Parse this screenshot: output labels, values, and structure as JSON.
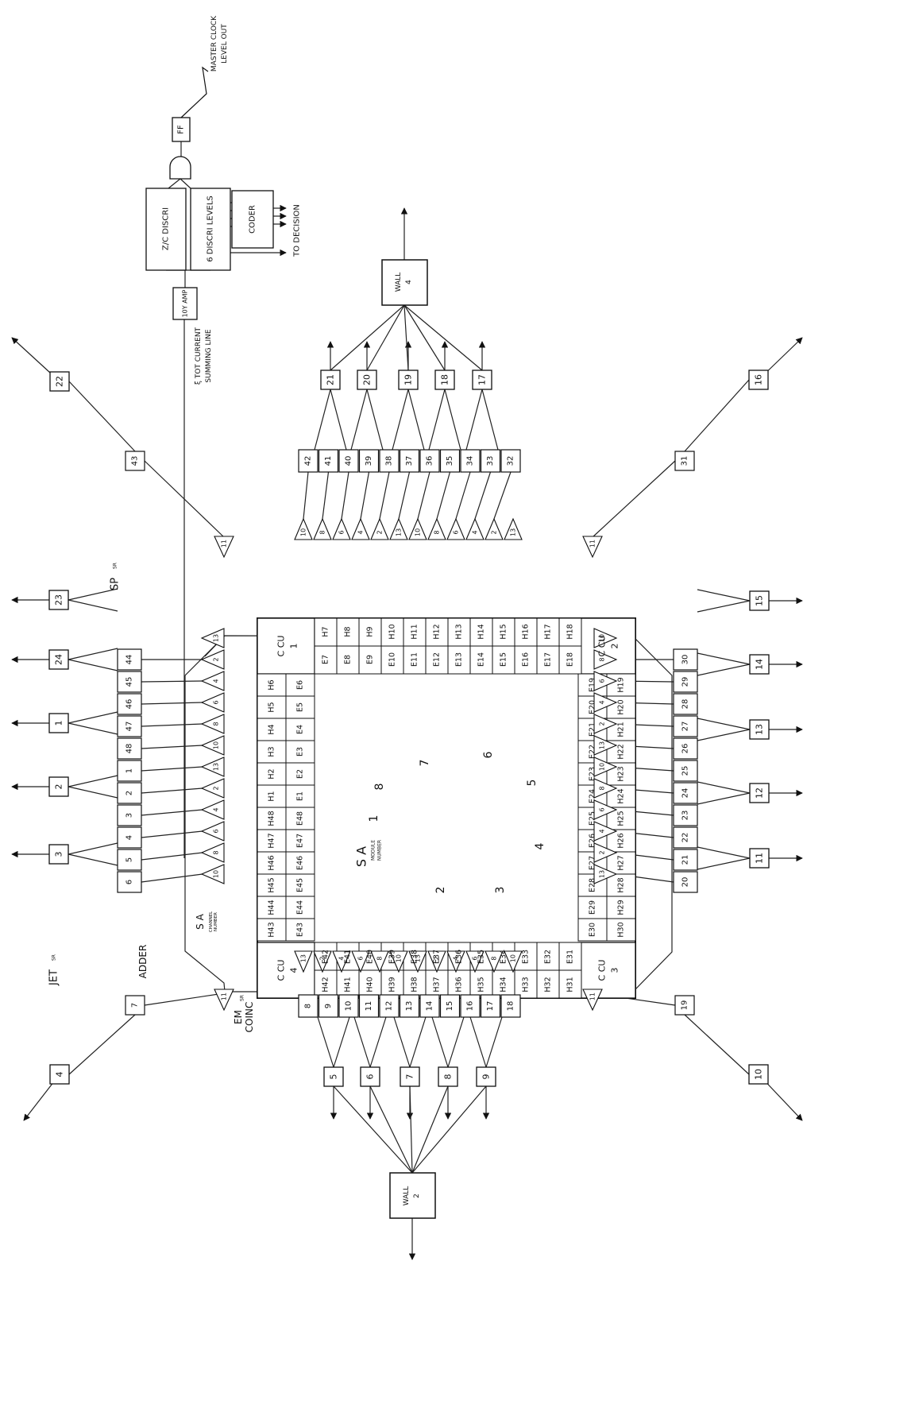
{
  "texts": {
    "master_clock_line1": "MASTER CLOCK",
    "master_clock_line2": "LEVEL OUT",
    "ff": "FF",
    "zc_discri": "Z/C DISCRI",
    "discri_levels": "6 DISCRI LEVELS",
    "coder": "CODER",
    "to_decision": "TO DECISION",
    "amp": "10Y AMP",
    "tot_current_line1": "ξ TOT CURRENT",
    "tot_current_line2": "SUMMING LINE",
    "wall4_line1": "WALL",
    "wall4_line2": "4",
    "wall2_line1": "WALL",
    "wall2_line2": "2",
    "jet": "JET",
    "jet_sub": "SR",
    "sp": "SP",
    "sp_sub": "SR",
    "adder": "ADDER",
    "sa_channel": "S A",
    "sa_channel_sub1": "CHANNEL",
    "sa_channel_sub2": "NUMBER",
    "em_coinc_line1": "EM",
    "em_coinc_line2": "COINC",
    "em_coinc_sub": "SR",
    "sa_center": "S A",
    "sa_module_sub1": "MODULE",
    "sa_module_sub2": "NUMBER",
    "ccu1_line1": "C CU",
    "ccu1_line2": "1",
    "ccu2_line1": "C CU",
    "ccu2_line2": "2",
    "ccu3_line1": "C CU",
    "ccu3_line2": "3",
    "ccu4_line1": "C CU",
    "ccu4_line2": "4"
  },
  "sector_numbers": [
    "1",
    "2",
    "3",
    "4",
    "5",
    "6",
    "7",
    "8"
  ],
  "jet_boxes": [
    "1",
    "2",
    "3",
    "4",
    "5",
    "6",
    "7",
    "8",
    "9",
    "10",
    "11",
    "12",
    "13",
    "14",
    "15",
    "16",
    "17",
    "18",
    "19",
    "20",
    "21",
    "22",
    "23",
    "24"
  ],
  "sp_corner_boxes": [
    "7",
    "19",
    "31",
    "43"
  ],
  "left_sp_column": [
    "6",
    "5",
    "4",
    "3",
    "2",
    "1",
    "48",
    "47",
    "46",
    "45",
    "44"
  ],
  "top_sp_row": [
    "8",
    "9",
    "10",
    "11",
    "12",
    "13",
    "14",
    "15",
    "16",
    "17",
    "18"
  ],
  "bottom_sp_row": [
    "42",
    "41",
    "40",
    "39",
    "38",
    "37",
    "36",
    "35",
    "34",
    "33",
    "32"
  ],
  "right_sp_column": [
    "20",
    "21",
    "22",
    "23",
    "24",
    "25",
    "26",
    "27",
    "28",
    "29",
    "30"
  ],
  "left_channels": [
    "10",
    "8",
    "6",
    "4",
    "2",
    "13",
    "10",
    "8",
    "6",
    "4",
    "2",
    "13"
  ],
  "top_channels": [
    "13",
    "2",
    "4",
    "6",
    "8",
    "10",
    "13",
    "2",
    "4",
    "6",
    "8",
    "10"
  ],
  "bottom_channels": [
    "10",
    "8",
    "6",
    "4",
    "2",
    "13",
    "10",
    "8",
    "6",
    "4",
    "2",
    "13"
  ],
  "right_channels": [
    "13",
    "2",
    "4",
    "6",
    "8",
    "10",
    "13",
    "2",
    "4",
    "6",
    "8",
    "10"
  ],
  "corner_amp_label": "11",
  "left_h_cells": [
    "H6",
    "H5",
    "H4",
    "H3",
    "H2",
    "H1",
    "H48",
    "H47",
    "H46",
    "H45",
    "H44",
    "H43"
  ],
  "left_e_cells": [
    "E6",
    "E5",
    "E4",
    "E3",
    "E2",
    "E1",
    "E48",
    "E47",
    "E46",
    "E45",
    "E44",
    "E43"
  ],
  "top_h_cells": [
    "H7",
    "H8",
    "H9",
    "H10",
    "H11",
    "H12",
    "H13",
    "H14",
    "H15",
    "H16",
    "H17",
    "H18"
  ],
  "top_e_cells": [
    "E7",
    "E8",
    "E9",
    "E10",
    "E11",
    "E12",
    "E13",
    "E14",
    "E15",
    "E16",
    "E17",
    "E18"
  ],
  "bottom_h_cells": [
    "H42",
    "H41",
    "H40",
    "H39",
    "H38",
    "H37",
    "H36",
    "H35",
    "H34",
    "H33",
    "H32",
    "H31"
  ],
  "bottom_e_cells": [
    "E42",
    "E41",
    "E40",
    "E39",
    "E38",
    "E37",
    "E36",
    "E35",
    "E34",
    "E33",
    "E32",
    "E31"
  ],
  "right_h_cells": [
    "H19",
    "H20",
    "H21",
    "H22",
    "H23",
    "H24",
    "H25",
    "H26",
    "H27",
    "H28",
    "H29",
    "H30"
  ],
  "right_e_cells": [
    "E19",
    "E20",
    "E21",
    "E22",
    "E23",
    "E24",
    "E25",
    "E26",
    "E27",
    "E28",
    "E29",
    "E30"
  ]
}
